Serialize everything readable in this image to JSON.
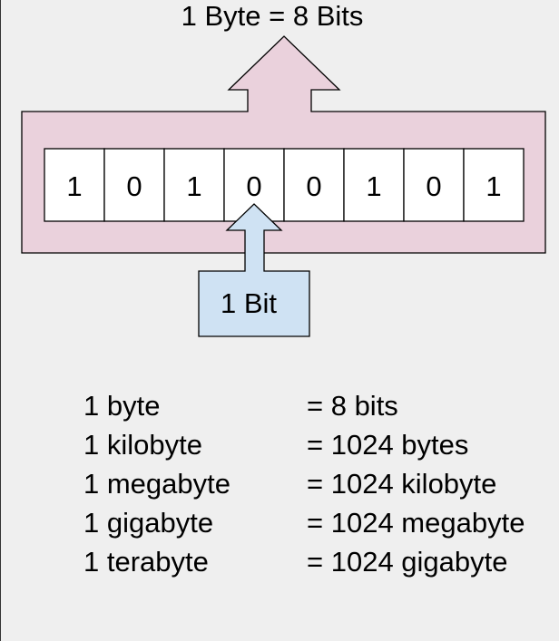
{
  "diagram": {
    "title": "1 Byte = 8 Bits",
    "bits": [
      "1",
      "0",
      "1",
      "0",
      "0",
      "1",
      "0",
      "1"
    ],
    "bit_label": "1 Bit",
    "colors": {
      "byte_fill": "#ead1dc",
      "bit_fill": "#cfe2f3",
      "cell_fill": "#ffffff",
      "stroke": "#000000",
      "background": "#efefef"
    }
  },
  "conversions": [
    {
      "unit": "1 byte",
      "equals": "= 8 bits"
    },
    {
      "unit": "1 kilobyte",
      "equals": "= 1024 bytes"
    },
    {
      "unit": "1 megabyte",
      "equals": "= 1024 kilobyte"
    },
    {
      "unit": "1 gigabyte",
      "equals": "= 1024 megabyte"
    },
    {
      "unit": "1 terabyte",
      "equals": "= 1024 gigabyte"
    }
  ]
}
